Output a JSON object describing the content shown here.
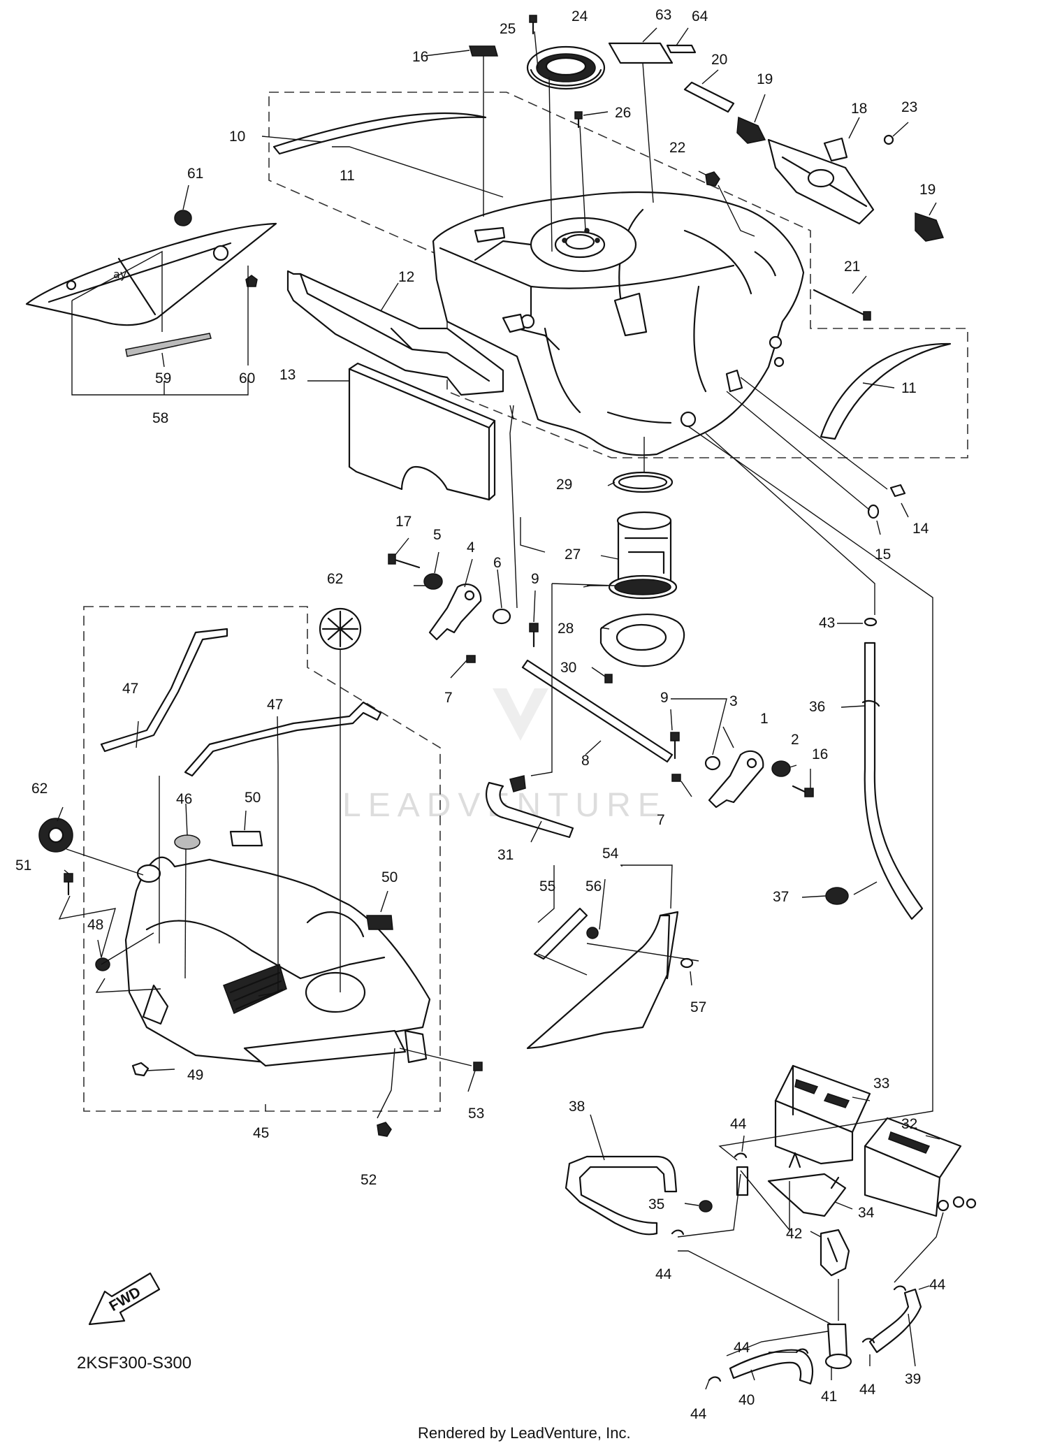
{
  "watermark": "LEADVENTURE",
  "diagram_code": "2KSF300-S300",
  "footer": "Rendered by LeadVenture, Inc.",
  "fwd_label": "FWD",
  "callouts": [
    "1",
    "2",
    "3",
    "4",
    "5",
    "6",
    "7",
    "8",
    "9",
    "10",
    "11",
    "12",
    "13",
    "14",
    "15",
    "16",
    "17",
    "18",
    "19",
    "20",
    "21",
    "22",
    "23",
    "24",
    "25",
    "26",
    "27",
    "28",
    "29",
    "30",
    "31",
    "32",
    "33",
    "34",
    "35",
    "36",
    "37",
    "38",
    "39",
    "40",
    "41",
    "42",
    "43",
    "44",
    "45",
    "46",
    "47",
    "48",
    "49",
    "50",
    "51",
    "52",
    "53",
    "54",
    "55",
    "56",
    "57",
    "58",
    "59",
    "60",
    "61",
    "62",
    "63",
    "64"
  ]
}
